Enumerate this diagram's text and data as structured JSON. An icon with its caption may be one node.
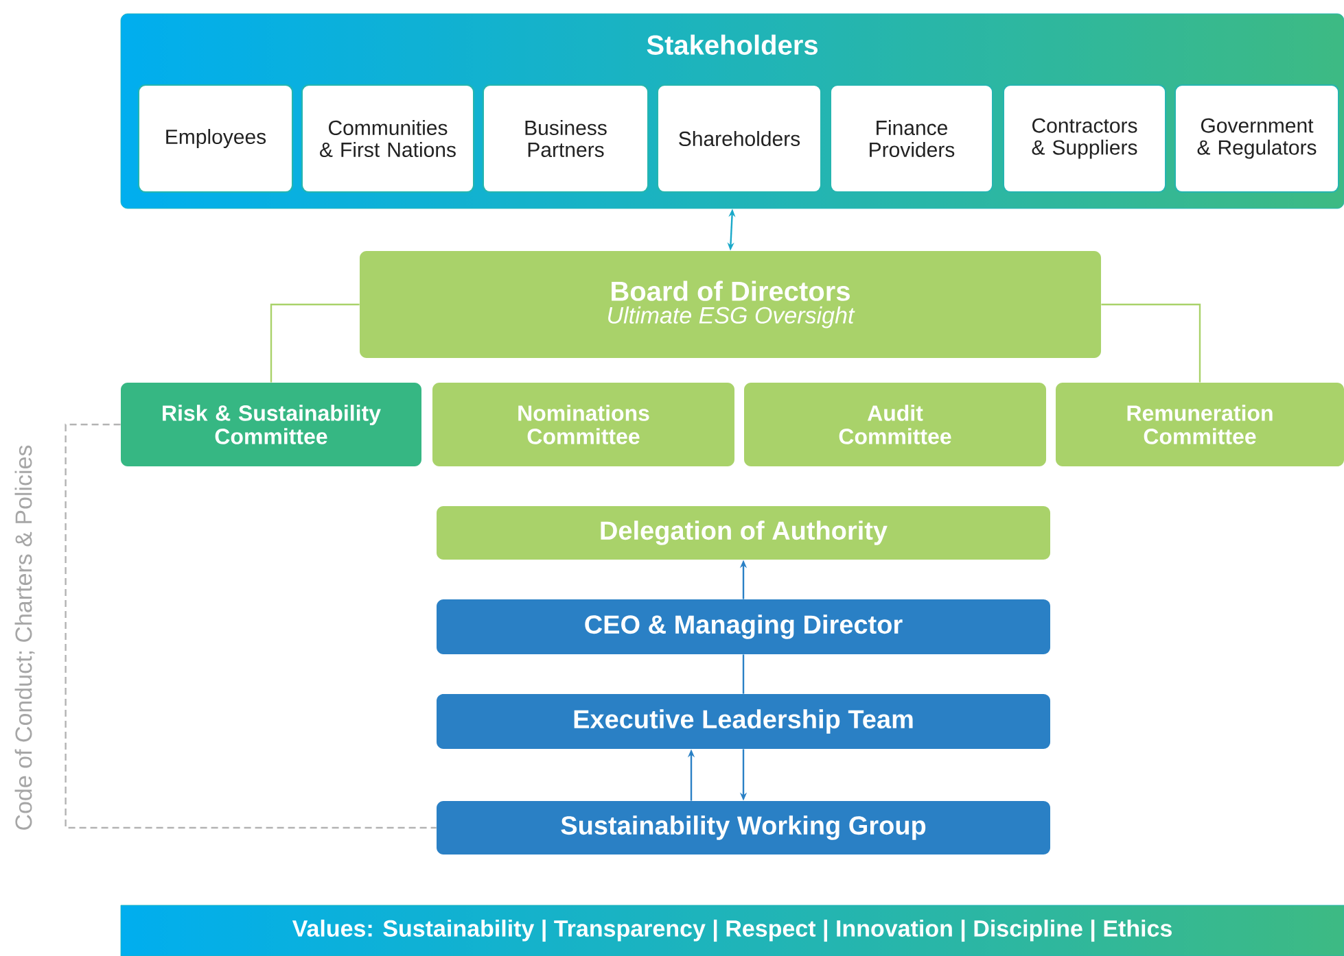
{
  "diagram": {
    "nodes": [
      {
        "text": [
          "Stakeholders"
        ]
      },
      {
        "text": [
          "Employees"
        ],
        "in": 0
      },
      {
        "text": [
          "Communities & First Nations"
        ],
        "in": 0
      },
      {
        "text": [
          "Business Partners"
        ],
        "in": 0
      },
      {
        "text": [
          "Shareholders"
        ],
        "in": 0
      },
      {
        "text": [
          "Finance Providers"
        ],
        "in": 0
      },
      {
        "text": [
          "Contractors & Suppliers"
        ],
        "in": 0
      },
      {
        "text": [
          "Government & Regulators"
        ],
        "in": 0
      },
      {
        "text": [
          "Board of Directors",
          "Ultimate ESG Oversight"
        ]
      },
      {
        "text": [
          "Risk & Sustainability Committee"
        ]
      },
      {
        "text": [
          "Nominations Committee"
        ]
      },
      {
        "text": [
          "Audit Committee"
        ]
      },
      {
        "text": [
          "Remuneration Committee"
        ]
      },
      {
        "text": [
          "Delegation of Authority"
        ]
      },
      {
        "text": [
          "CEO & Managing Director"
        ]
      },
      {
        "text": [
          "Executive Leadership Team"
        ]
      },
      {
        "text": [
          "Sustainability Working Group"
        ]
      },
      {
        "text": [
          "Values: Sustainability | Transparency | Respect | Innovation | Discipline | Ethics"
        ]
      }
    ],
    "edges": [
      {
        "from": 0,
        "to": 8,
        "arrow": "both",
        "color": "#1aa9c9"
      },
      {
        "from": 8,
        "to": 9,
        "arrow": "none",
        "color": "#a9d26a"
      },
      {
        "from": 8,
        "to": 12,
        "arrow": "none",
        "color": "#a9d26a"
      },
      {
        "from": 14,
        "to": 13,
        "arrow": "to"
      },
      {
        "from": 15,
        "to": 14,
        "arrow": "none"
      },
      {
        "from": 16,
        "to": 15,
        "arrow": "to"
      },
      {
        "from": 15,
        "to": 16,
        "arrow": "to"
      },
      {
        "from": 9,
        "to": 16,
        "arrow": "none",
        "style": "dashed",
        "color": "#b3b3b3"
      }
    ],
    "labels": [
      "Code of Conduct; Charters & Policies"
    ]
  }
}
